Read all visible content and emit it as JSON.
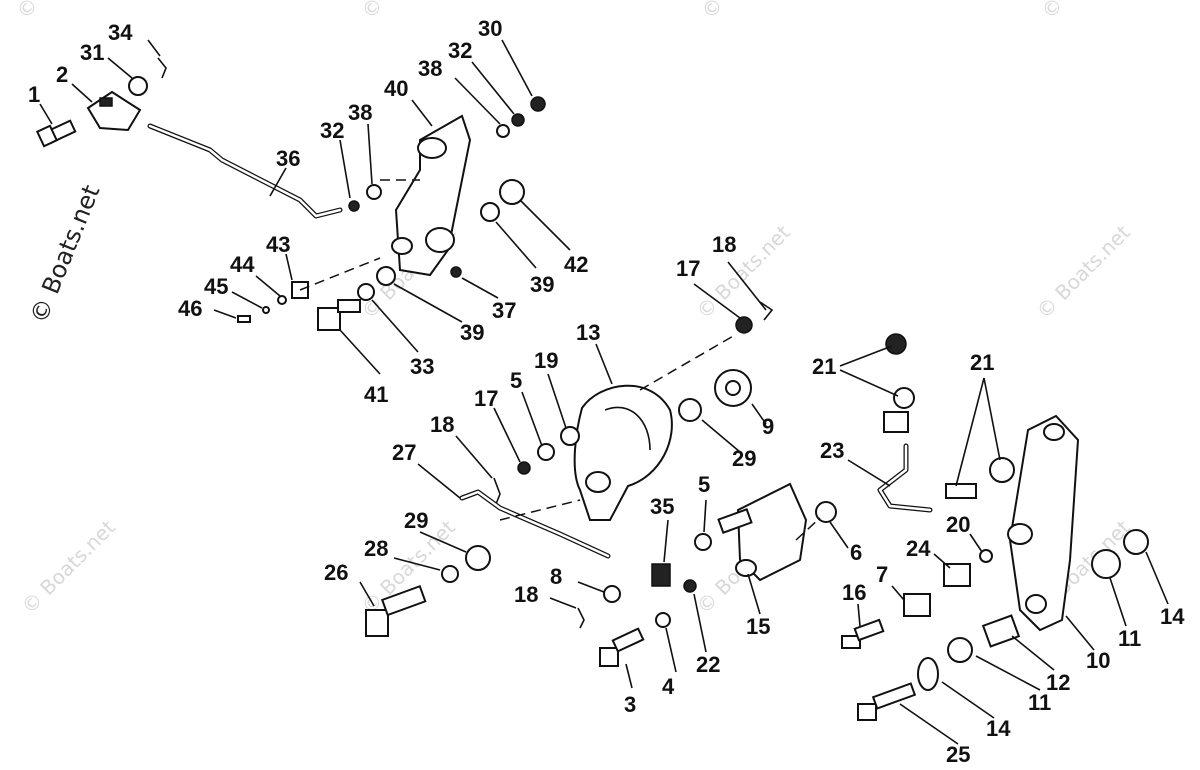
{
  "watermark": "© Boats.net",
  "callouts": [
    "1",
    "2",
    "31",
    "34",
    "36",
    "32",
    "38",
    "40",
    "30",
    "42",
    "39",
    "37",
    "43",
    "44",
    "45",
    "46",
    "41",
    "33",
    "13",
    "18",
    "17",
    "19",
    "5",
    "9",
    "29",
    "27",
    "35",
    "6",
    "28",
    "26",
    "8",
    "4",
    "3",
    "22",
    "15",
    "21",
    "23",
    "20",
    "24",
    "7",
    "16",
    "12",
    "10",
    "11",
    "14",
    "25"
  ]
}
